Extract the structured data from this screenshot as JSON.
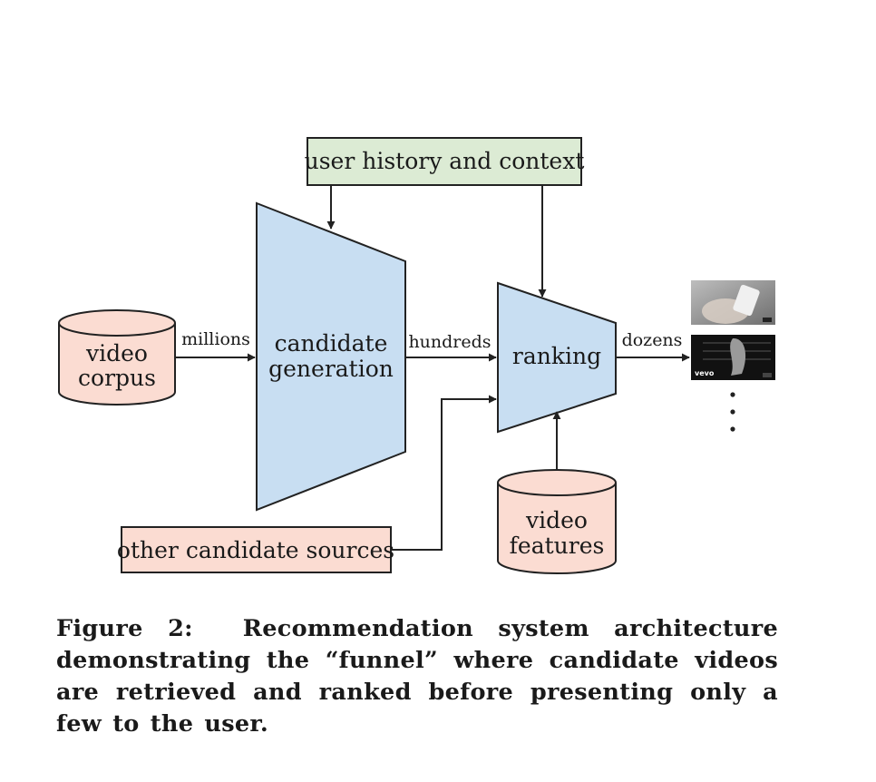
{
  "diagram": {
    "nodes": {
      "user_history": "user history and context",
      "video_corpus": [
        "video",
        "corpus"
      ],
      "candidate_generation": [
        "candidate",
        "generation"
      ],
      "ranking": "ranking",
      "video_features": [
        "video",
        "features"
      ],
      "other_sources": "other candidate sources"
    },
    "edges": {
      "millions": "millions",
      "hundreds": "hundreds",
      "dozens": "dozens"
    },
    "colors": {
      "funnel_fill": "#c8def2",
      "db_fill": "#fbdcd2",
      "context_fill": "#dcebd4",
      "stroke": "#222222"
    },
    "thumbnails": [
      {
        "name": "phone-video-thumbnail"
      },
      {
        "name": "music-video-thumbnail",
        "watermark": "vevo"
      }
    ]
  },
  "caption": {
    "label": "Figure 2:",
    "text": "Recommendation system architecture demonstrating the “funnel” where candidate videos are retrieved and ranked before presenting only a few to the user."
  }
}
